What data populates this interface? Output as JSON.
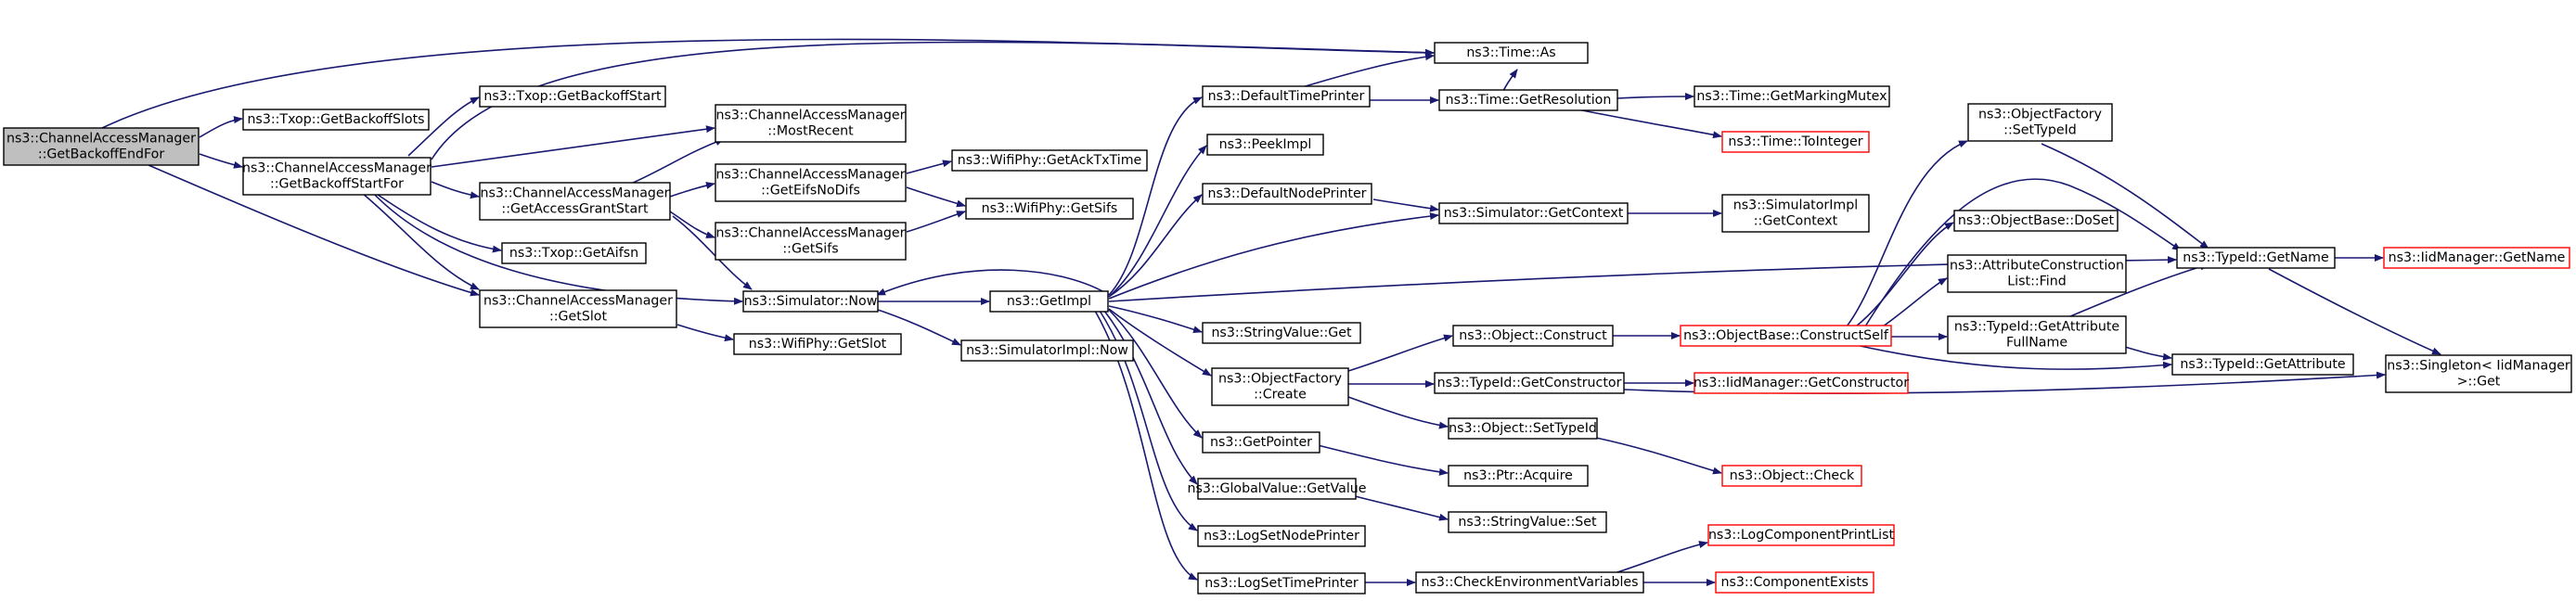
{
  "colors": {
    "edge": "#191970",
    "normal_border": "#000000",
    "red_border": "#ff0000",
    "root_fill": "#bfbfbf"
  },
  "nodes": {
    "n_root": {
      "lines": [
        "ns3::ChannelAccessManager",
        "::GetBackoffEndFor"
      ],
      "style": "root"
    },
    "n_gbs": {
      "lines": [
        "ns3::Txop::GetBackoffSlots"
      ]
    },
    "n_cgbsf": {
      "lines": [
        "ns3::ChannelAccessManager",
        "::GetBackoffStartFor"
      ]
    },
    "n_tgbst": {
      "lines": [
        "ns3::Txop::GetBackoffStart"
      ]
    },
    "n_mr": {
      "lines": [
        "ns3::ChannelAccessManager",
        "::MostRecent"
      ]
    },
    "n_gags": {
      "lines": [
        "ns3::ChannelAccessManager",
        "::GetAccessGrantStart"
      ]
    },
    "n_geifs": {
      "lines": [
        "ns3::ChannelAccessManager",
        "::GetEifsNoDifs"
      ]
    },
    "n_cgsifs": {
      "lines": [
        "ns3::ChannelAccessManager",
        "::GetSifs"
      ]
    },
    "n_ack": {
      "lines": [
        "ns3::WifiPhy::GetAckTxTime"
      ]
    },
    "n_wsifs": {
      "lines": [
        "ns3::WifiPhy::GetSifs"
      ]
    },
    "n_aifsn": {
      "lines": [
        "ns3::Txop::GetAifsn"
      ]
    },
    "n_now": {
      "lines": [
        "ns3::Simulator::Now"
      ]
    },
    "n_gslot": {
      "lines": [
        "ns3::ChannelAccessManager",
        "::GetSlot"
      ]
    },
    "n_wslot": {
      "lines": [
        "ns3::WifiPhy::GetSlot"
      ]
    },
    "n_getimpl": {
      "lines": [
        "ns3::GetImpl"
      ]
    },
    "n_simnow": {
      "lines": [
        "ns3::SimulatorImpl::Now"
      ]
    },
    "n_dtp": {
      "lines": [
        "ns3::DefaultTimePrinter"
      ]
    },
    "n_peek": {
      "lines": [
        "ns3::PeekImpl"
      ]
    },
    "n_dnp": {
      "lines": [
        "ns3::DefaultNodePrinter"
      ]
    },
    "n_svget": {
      "lines": [
        "ns3::StringValue::Get"
      ]
    },
    "n_ofc": {
      "lines": [
        "ns3::ObjectFactory",
        "::Create"
      ]
    },
    "n_gptr": {
      "lines": [
        "ns3::GetPointer"
      ]
    },
    "n_gvgv": {
      "lines": [
        "ns3::GlobalValue::GetValue"
      ]
    },
    "n_lsnp": {
      "lines": [
        "ns3::LogSetNodePrinter"
      ]
    },
    "n_lstp": {
      "lines": [
        "ns3::LogSetTimePrinter"
      ]
    },
    "n_timeas": {
      "lines": [
        "ns3::Time::As"
      ]
    },
    "n_tgr": {
      "lines": [
        "ns3::Time::GetResolution"
      ]
    },
    "n_tgmm": {
      "lines": [
        "ns3::Time::GetMarkingMutex"
      ]
    },
    "n_tti": {
      "lines": [
        "ns3::Time::ToInteger"
      ],
      "style": "red"
    },
    "n_sgc": {
      "lines": [
        "ns3::Simulator::GetContext"
      ]
    },
    "n_sigc": {
      "lines": [
        "ns3::SimulatorImpl",
        "::GetContext"
      ]
    },
    "n_oconst": {
      "lines": [
        "ns3::Object::Construct"
      ]
    },
    "n_tgc": {
      "lines": [
        "ns3::TypeId::GetConstructor"
      ]
    },
    "n_ost": {
      "lines": [
        "ns3::Object::SetTypeId"
      ]
    },
    "n_ptra": {
      "lines": [
        "ns3::Ptr::Acquire"
      ]
    },
    "n_svset": {
      "lines": [
        "ns3::StringValue::Set"
      ]
    },
    "n_cev": {
      "lines": [
        "ns3::CheckEnvironmentVariables"
      ]
    },
    "n_obcs": {
      "lines": [
        "ns3::ObjectBase::ConstructSelf"
      ],
      "style": "red"
    },
    "n_imgc": {
      "lines": [
        "ns3::IidManager::GetConstructor"
      ],
      "style": "red"
    },
    "n_ocheck": {
      "lines": [
        "ns3::Object::Check"
      ],
      "style": "red"
    },
    "n_lcpl": {
      "lines": [
        "ns3::LogComponentPrintList"
      ],
      "style": "red"
    },
    "n_cex": {
      "lines": [
        "ns3::ComponentExists"
      ],
      "style": "red"
    },
    "n_ofst": {
      "lines": [
        "ns3::ObjectFactory",
        "::SetTypeId"
      ]
    },
    "n_obds": {
      "lines": [
        "ns3::ObjectBase::DoSet"
      ]
    },
    "n_acf": {
      "lines": [
        "ns3::AttributeConstruction",
        "List::Find"
      ]
    },
    "n_tggafn": {
      "lines": [
        "ns3::TypeId::GetAttribute",
        "FullName"
      ]
    },
    "n_tgn": {
      "lines": [
        "ns3::TypeId::GetName"
      ]
    },
    "n_tga": {
      "lines": [
        "ns3::TypeId::GetAttribute"
      ]
    },
    "n_imgn": {
      "lines": [
        "ns3::IidManager::GetName"
      ],
      "style": "red"
    },
    "n_sing": {
      "lines": [
        "ns3::Singleton< IidManager",
        " >::Get"
      ]
    }
  }
}
